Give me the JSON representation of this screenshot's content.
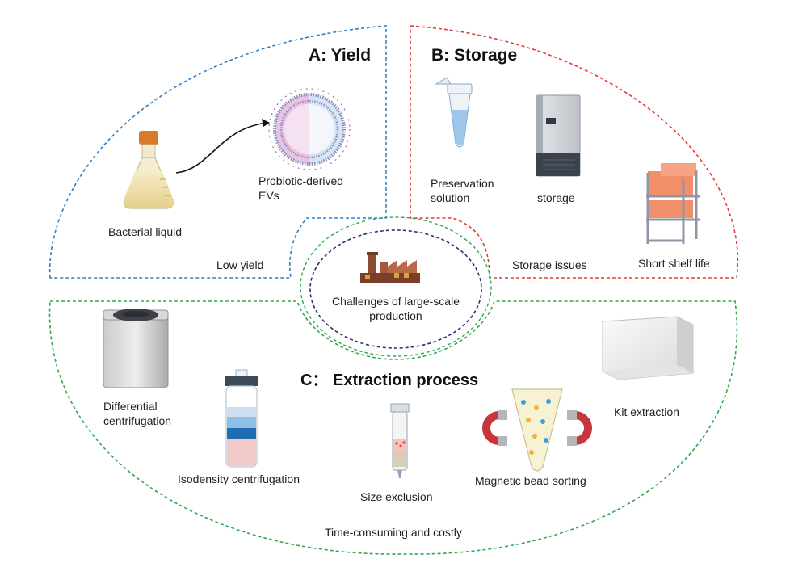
{
  "sections": {
    "yield": {
      "title": "A: Yield",
      "bacterial_liquid": "Bacterial liquid",
      "evs_line1": "Probiotic-derived",
      "evs_line2": "EVs",
      "footer": "Low yield"
    },
    "storage": {
      "title": "B: Storage",
      "preservation_line1": "Preservation",
      "preservation_line2": "solution",
      "storage": "storage",
      "shelf_life": "Short shelf life",
      "footer": "Storage issues"
    },
    "center": {
      "line1": "Challenges of large-scale",
      "line2": "production"
    },
    "extraction": {
      "title": "C： Extraction process",
      "differential_line1": "Differential",
      "differential_line2": "centrifugation",
      "isodensity": "Isodensity centrifugation",
      "size_exclusion": "Size exclusion",
      "magnetic": "Magnetic bead sorting",
      "kit": "Kit extraction",
      "footer": "Time-consuming and costly"
    }
  },
  "colors": {
    "yield_border": "#2f7fc8",
    "storage_border": "#e23b3b",
    "extraction_border": "#2fa84f",
    "center_border": "#2b3170",
    "center_ring": "#2fa84f"
  },
  "icons": {
    "flask": "flask-icon",
    "vesicle": "vesicle-icon",
    "tube": "microcentrifuge-tube-icon",
    "freezer": "freezer-icon",
    "shelf": "shelf-icon",
    "factory": "factory-icon",
    "centrifuge": "centrifuge-icon",
    "gradient_tube": "gradient-tube-icon",
    "column": "column-icon",
    "magnet_cone": "magnet-bead-icon",
    "kit_box": "kit-box-icon"
  }
}
